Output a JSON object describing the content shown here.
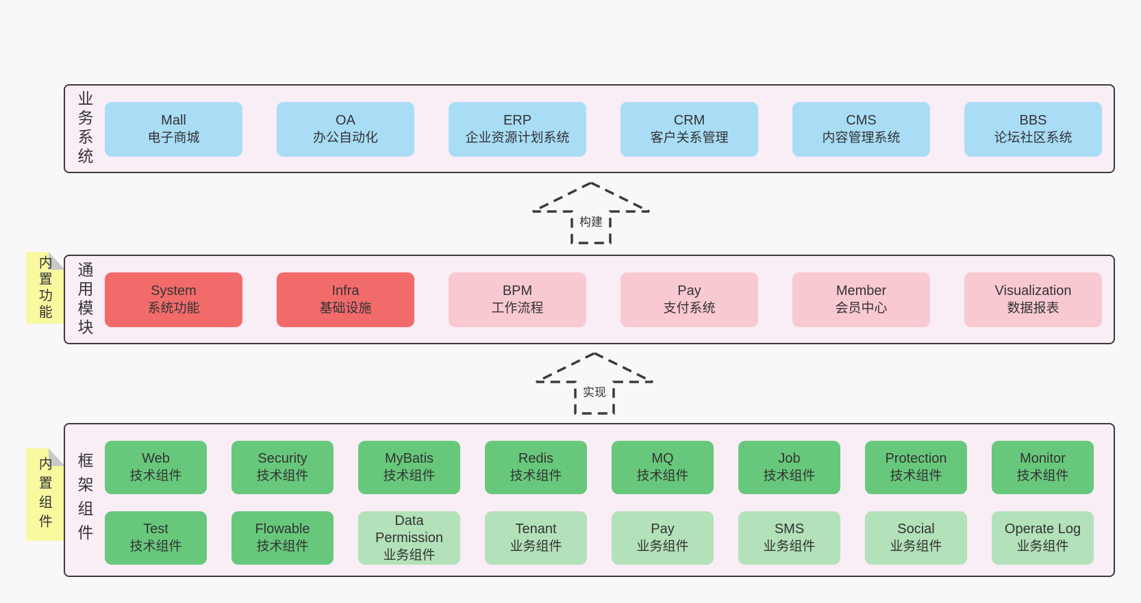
{
  "arrows": [
    {
      "label": "构建"
    },
    {
      "label": "实现"
    }
  ],
  "layers": [
    {
      "label": "业务系统",
      "boxes": [
        {
          "en": "Mall",
          "zh": "电子商城"
        },
        {
          "en": "OA",
          "zh": "办公自动化"
        },
        {
          "en": "ERP",
          "zh": "企业资源计划系统"
        },
        {
          "en": "CRM",
          "zh": "客户关系管理"
        },
        {
          "en": "CMS",
          "zh": "内容管理系统"
        },
        {
          "en": "BBS",
          "zh": "论坛社区系统"
        }
      ]
    },
    {
      "label": "通用模块",
      "note": "内置功能",
      "boxes": [
        {
          "en": "System",
          "zh": "系统功能"
        },
        {
          "en": "Infra",
          "zh": "基础设施"
        },
        {
          "en": "BPM",
          "zh": "工作流程"
        },
        {
          "en": "Pay",
          "zh": "支付系统"
        },
        {
          "en": "Member",
          "zh": "会员中心"
        },
        {
          "en": "Visualization",
          "zh": "数据报表"
        }
      ]
    },
    {
      "label": "框架组件",
      "note": "内置组件",
      "rows": [
        [
          {
            "en": "Web",
            "zh": "技术组件"
          },
          {
            "en": "Security",
            "zh": "技术组件"
          },
          {
            "en": "MyBatis",
            "zh": "技术组件"
          },
          {
            "en": "Redis",
            "zh": "技术组件"
          },
          {
            "en": "MQ",
            "zh": "技术组件"
          },
          {
            "en": "Job",
            "zh": "技术组件"
          },
          {
            "en": "Protection",
            "zh": "技术组件"
          },
          {
            "en": "Monitor",
            "zh": "技术组件"
          }
        ],
        [
          {
            "en": "Test",
            "zh": "技术组件"
          },
          {
            "en": "Flowable",
            "zh": "技术组件"
          },
          {
            "en": "Data\nPermission",
            "zh": "业务组件"
          },
          {
            "en": "Tenant",
            "zh": "业务组件"
          },
          {
            "en": "Pay",
            "zh": "业务组件"
          },
          {
            "en": "SMS",
            "zh": "业务组件"
          },
          {
            "en": "Social",
            "zh": "业务组件"
          },
          {
            "en": "Operate Log",
            "zh": "业务组件"
          }
        ]
      ]
    }
  ],
  "colors": {
    "page_bg": "#f8f8f8",
    "panel_bg": "#f9edf6",
    "panel_border": "#3a3a3a",
    "blue": "#a9ddf6",
    "red": "#f16b6b",
    "pink": "#f9c9d2",
    "green_dark": "#67c87c",
    "green_light": "#b3e1b9",
    "note_yellow": "#f9f9a0",
    "text": "#333333"
  }
}
